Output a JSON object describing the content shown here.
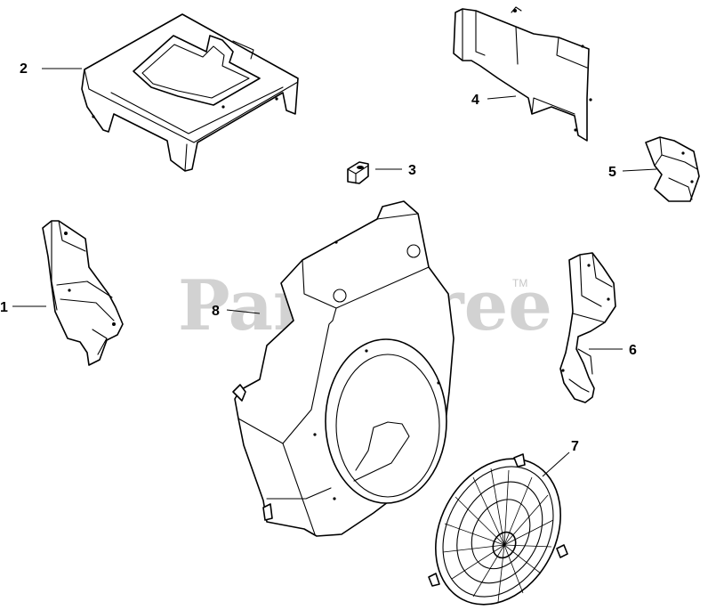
{
  "watermark": {
    "text": "PartsTree",
    "tm": "TM"
  },
  "callouts": {
    "p1": "1",
    "p2": "2",
    "p3": "3",
    "p4": "4",
    "p5": "5",
    "p6": "6",
    "p7": "7",
    "p8": "8"
  }
}
